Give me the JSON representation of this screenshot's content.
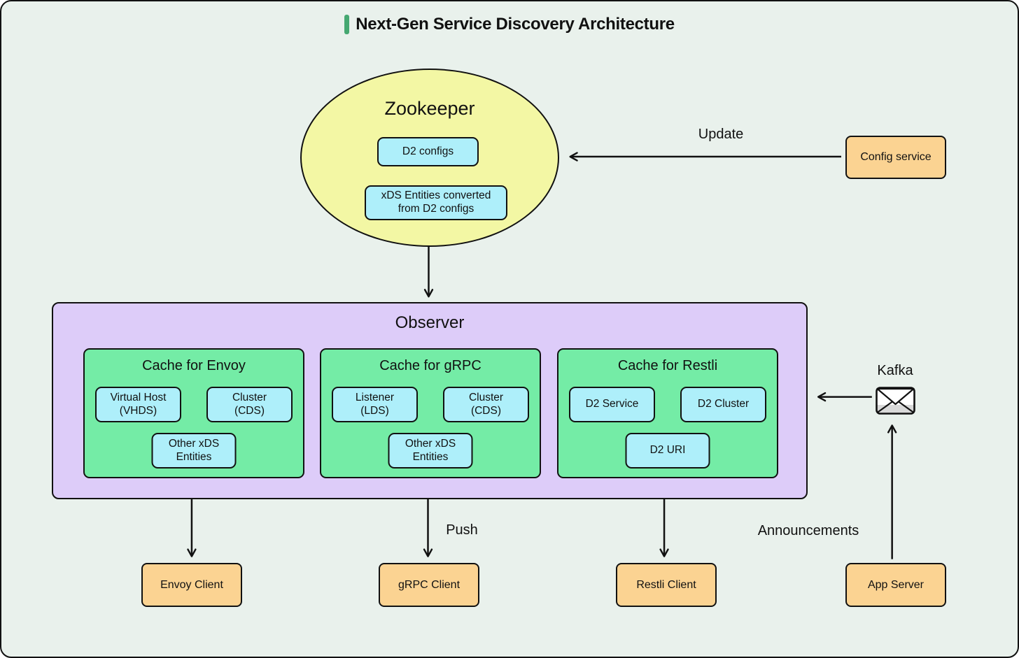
{
  "title": {
    "text": "Next-Gen Service Discovery Architecture"
  },
  "zookeeper": {
    "title": "Zookeeper",
    "items": [
      "D2 configs",
      "xDS Entities converted\nfrom D2 configs"
    ]
  },
  "config_service": {
    "label": "Config service"
  },
  "kafka": {
    "label": "Kafka",
    "icon": "envelope-icon"
  },
  "arrow_labels": {
    "update": "Update",
    "push": "Push",
    "announcements": "Announcements"
  },
  "observer": {
    "title": "Observer",
    "caches": [
      {
        "title": "Cache for Envoy",
        "items": [
          "Virtual Host\n(VHDS)",
          "Cluster\n(CDS)",
          "Other xDS\nEntities"
        ]
      },
      {
        "title": "Cache for gRPC",
        "items": [
          "Listener\n(LDS)",
          "Cluster\n(CDS)",
          "Other xDS\nEntities"
        ]
      },
      {
        "title": "Cache for Restli",
        "items": [
          "D2 Service",
          "D2 Cluster",
          "D2 URI"
        ]
      }
    ]
  },
  "clients": [
    {
      "label": "Envoy Client"
    },
    {
      "label": "gRPC Client"
    },
    {
      "label": "Restli Client"
    }
  ],
  "app_server": {
    "label": "App Server"
  },
  "colors": {
    "bg": "#e9f1ec",
    "ink": "#111111",
    "line": "#111111",
    "yellow": "#f3f7a4",
    "cyan": "#aeeffa",
    "green": "#74eca6",
    "purple": "#ddccf9",
    "orange": "#fbd392",
    "gray": "#d9d9d9",
    "accent": "#45a871"
  }
}
